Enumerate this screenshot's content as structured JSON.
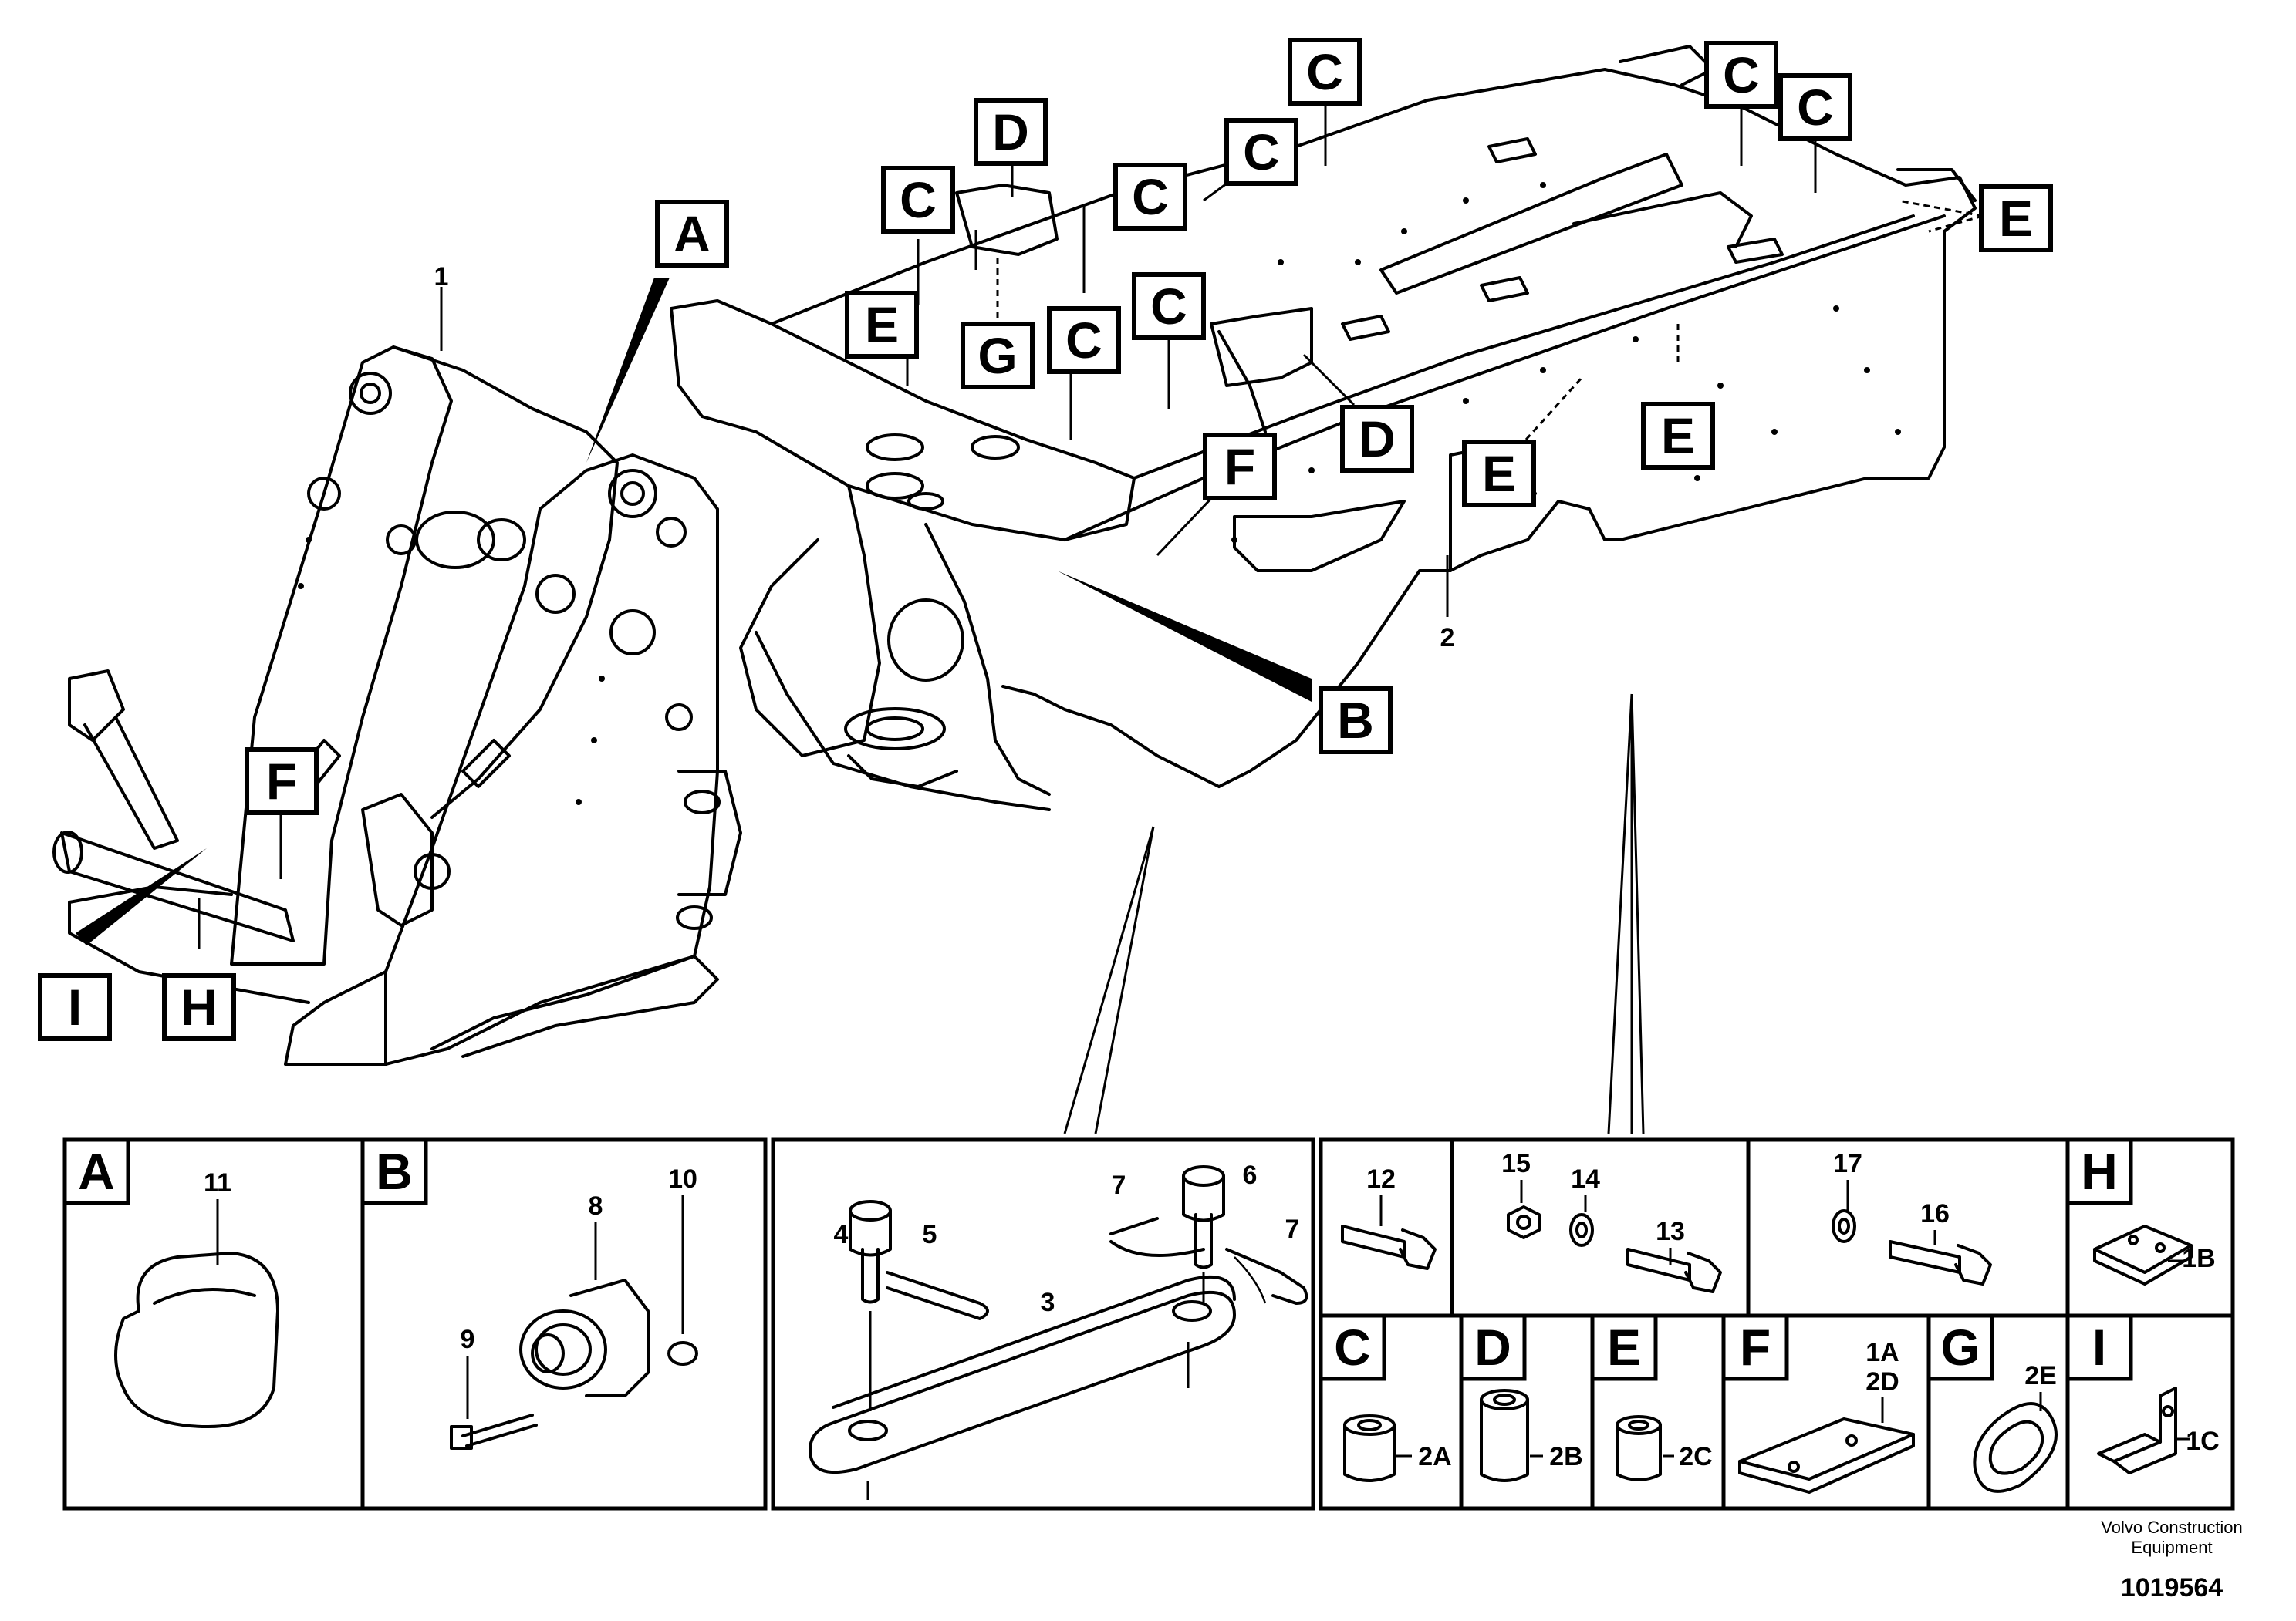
{
  "callouts": {
    "A": "A",
    "B": "B",
    "C": "C",
    "D": "D",
    "E": "E",
    "F": "F",
    "G": "G",
    "H": "H",
    "I": "I"
  },
  "frame_numbers": {
    "front_frame": "1",
    "rear_frame": "2"
  },
  "panels": {
    "A": {
      "tag": "A",
      "items": [
        "11"
      ]
    },
    "B": {
      "tag": "B",
      "items": [
        "8",
        "9",
        "10"
      ]
    },
    "link": {
      "items": [
        "3",
        "4",
        "5",
        "6",
        "7",
        "7"
      ]
    },
    "bolt12": {
      "items": [
        "12"
      ]
    },
    "bolt13": {
      "items": [
        "13",
        "14",
        "15"
      ]
    },
    "bolt16": {
      "items": [
        "16",
        "17"
      ]
    },
    "H": {
      "tag": "H",
      "items": [
        "1B"
      ]
    },
    "C": {
      "tag": "C",
      "items": [
        "2A"
      ]
    },
    "D": {
      "tag": "D",
      "items": [
        "2B"
      ]
    },
    "E": {
      "tag": "E",
      "items": [
        "2C"
      ]
    },
    "F": {
      "tag": "F",
      "items": [
        "1A",
        "2D"
      ]
    },
    "G": {
      "tag": "G",
      "items": [
        "2E"
      ]
    },
    "I": {
      "tag": "I",
      "items": [
        "1C"
      ]
    }
  },
  "footer": {
    "brand_line1": "Volvo Construction",
    "brand_line2": "Equipment",
    "drawing_id": "1019564"
  },
  "icons": [
    "front-frame-drawing",
    "rear-frame-drawing",
    "cap-icon",
    "grease-nipple-icon",
    "link-bar-icon",
    "bolt-icon",
    "washer-icon",
    "nut-icon",
    "bushing-icon",
    "plate-icon",
    "ring-icon",
    "bracket-icon"
  ]
}
